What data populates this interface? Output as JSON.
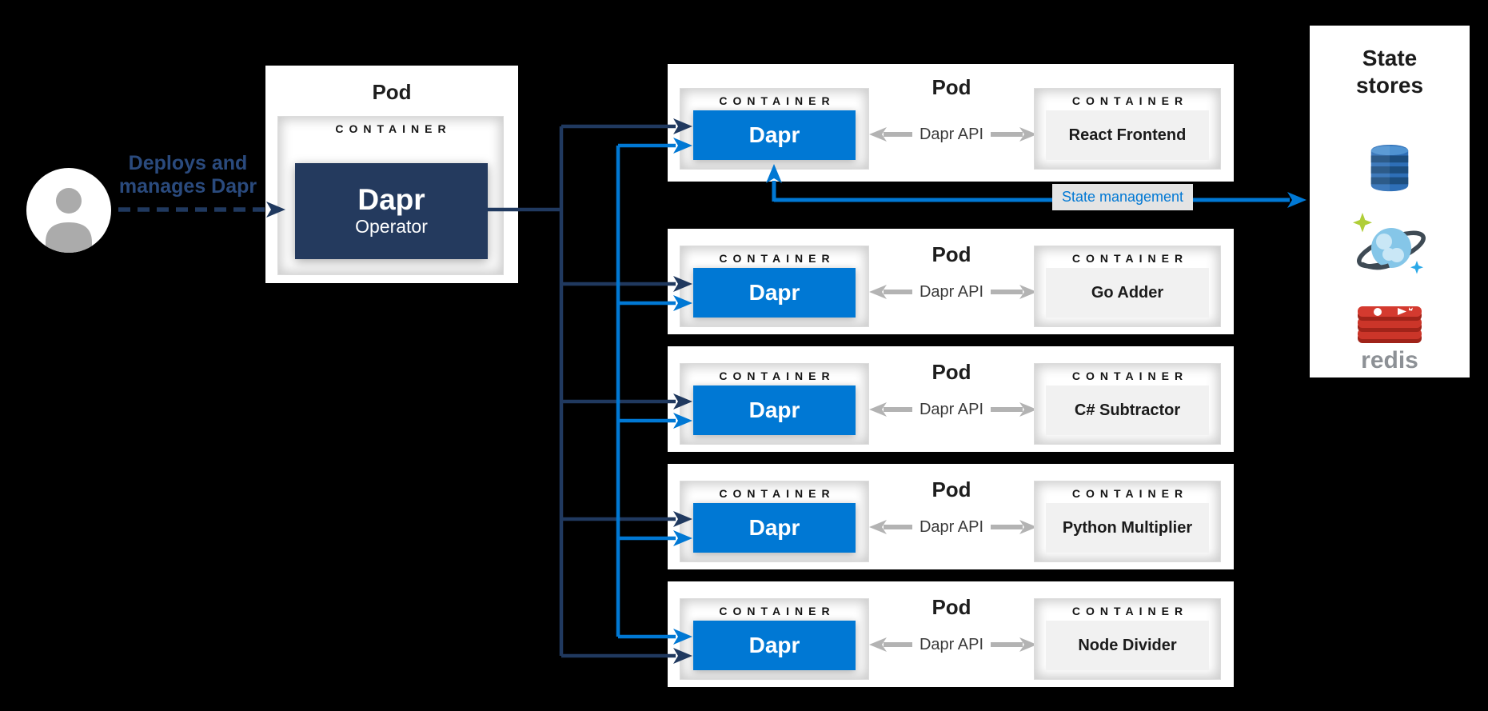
{
  "colors": {
    "background": "#000000",
    "accent_blue": "#0078D4",
    "navy": "#243A5E",
    "navy_line": "#20395F",
    "gray_arrow": "#B3B3B3",
    "label_bg": "#E4E4E4",
    "app_box_bg": "#F1F1F1"
  },
  "actor": {
    "icon": "person-icon",
    "label_lines": [
      "Deploys and",
      "manages Dapr"
    ]
  },
  "operator_pod": {
    "title": "Pod",
    "container_label": "CONTAINER",
    "name": "Dapr",
    "subtitle": "Operator"
  },
  "pods": [
    {
      "title": "Pod",
      "sidecar_container_label": "CONTAINER",
      "sidecar_name": "Dapr",
      "api_label": "Dapr API",
      "app_container_label": "CONTAINER",
      "app_name": "React Frontend"
    },
    {
      "title": "Pod",
      "sidecar_container_label": "CONTAINER",
      "sidecar_name": "Dapr",
      "api_label": "Dapr API",
      "app_container_label": "CONTAINER",
      "app_name": "Go Adder"
    },
    {
      "title": "Pod",
      "sidecar_container_label": "CONTAINER",
      "sidecar_name": "Dapr",
      "api_label": "Dapr API",
      "app_container_label": "CONTAINER",
      "app_name": "C# Subtractor"
    },
    {
      "title": "Pod",
      "sidecar_container_label": "CONTAINER",
      "sidecar_name": "Dapr",
      "api_label": "Dapr API",
      "app_container_label": "CONTAINER",
      "app_name": "Python Multiplier"
    },
    {
      "title": "Pod",
      "sidecar_container_label": "CONTAINER",
      "sidecar_name": "Dapr",
      "api_label": "Dapr API",
      "app_container_label": "CONTAINER",
      "app_name": "Node Divider"
    }
  ],
  "state_management": {
    "label": "State management"
  },
  "state_stores": {
    "title": "State stores",
    "icons": [
      "dynamodb-icon",
      "cosmosdb-icon",
      "redis-icon"
    ],
    "redis_wordmark": "redis"
  }
}
